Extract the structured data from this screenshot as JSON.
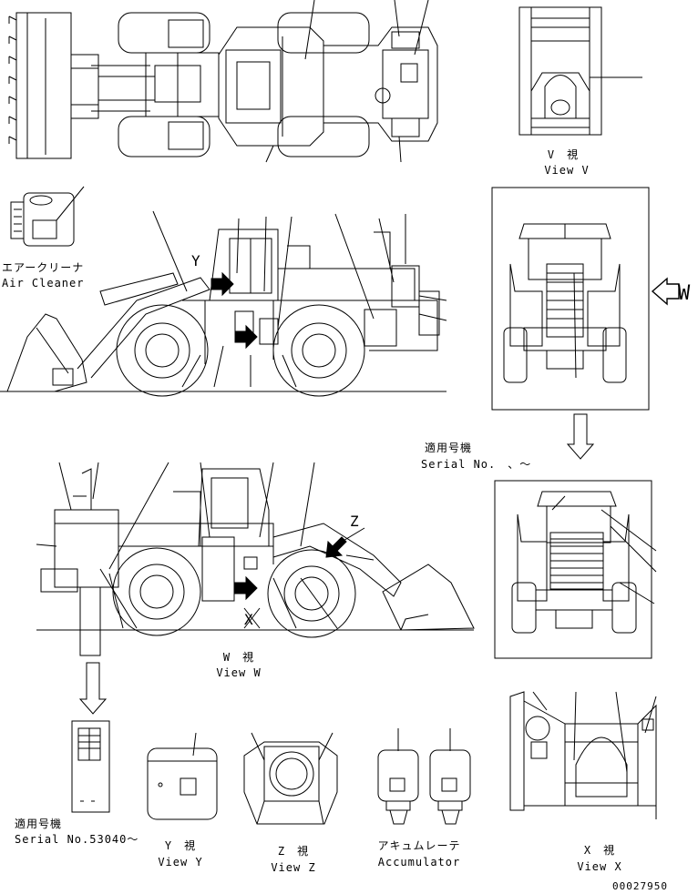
{
  "labels": {
    "view_v_jp": "V　視",
    "view_v_en": "View V",
    "air_cleaner_jp": "エアークリーナ",
    "air_cleaner_en": "Air Cleaner",
    "marker_y": "Y",
    "marker_w": "W",
    "marker_z": "Z",
    "marker_x": "X",
    "serial_jp_top": "適用号機",
    "serial_en_top": "Serial No.　、～",
    "view_w_jp": "W　視",
    "view_w_en": "View W",
    "serial_jp_bottom": "適用号機",
    "serial_en_bottom": "Serial No.53040～",
    "view_y_jp": "Y　視",
    "view_y_en": "View Y",
    "view_z_jp": "Z　視",
    "view_z_en": "View Z",
    "accumulator_jp": "アキュムレーテ",
    "accumulator_en": "Accumulator",
    "view_x_jp": "X　視",
    "view_x_en": "View X",
    "drawing_number": "00027950"
  }
}
